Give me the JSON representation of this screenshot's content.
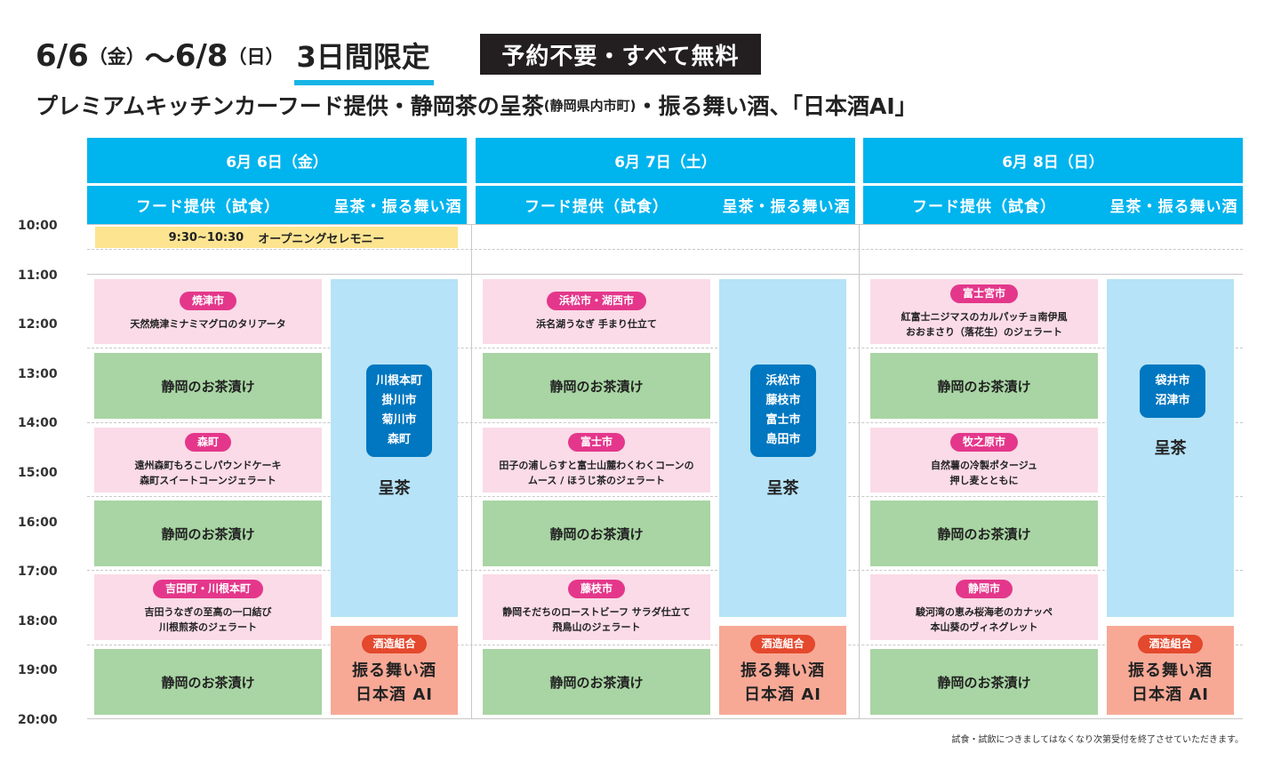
{
  "title": {
    "date_start": "6/6",
    "dow_start": "（金）",
    "tilde": "〜",
    "date_end": "6/8",
    "dow_end": "（日）",
    "limited": "3日間限定",
    "badge": "予約不要・すべて無料"
  },
  "subtitle": {
    "part1": "プレミアムキッチンカーフード提供・静岡茶の呈茶",
    "part2": "(静岡県内市町)",
    "part3": "・振る舞い酒、「日本酒AI」"
  },
  "columns": {
    "food": "フード提供（試食）",
    "tea": "呈茶・振る舞い酒"
  },
  "times": [
    "10:00",
    "11:00",
    "12:00",
    "13:00",
    "14:00",
    "15:00",
    "16:00",
    "17:00",
    "18:00",
    "19:00",
    "20:00"
  ],
  "opening": {
    "time": "9:30~10:30",
    "label": "オープニングセレモニー"
  },
  "ochazuke": "静岡のお茶漬け",
  "tea_label": "呈茶",
  "brewery": {
    "tag": "酒造組合",
    "line1": "振る舞い酒",
    "line2": "日本酒 AI"
  },
  "days": [
    {
      "header": "6月 6日（金）",
      "slots": [
        {
          "city": "焼津市",
          "lines": [
            "天然焼津ミナミマグロのタリアータ"
          ]
        },
        {
          "city": "森町",
          "lines": [
            "遠州森町もろこしパウンドケーキ",
            "森町スイートコーンジェラート"
          ]
        },
        {
          "city": "吉田町・川根本町",
          "lines": [
            "吉田うなぎの至高の一口結び",
            "川根煎茶のジェラート"
          ]
        }
      ],
      "tea_cities": [
        "川根本町",
        "掛川市",
        "菊川市",
        "森町"
      ]
    },
    {
      "header": "6月 7日（土）",
      "slots": [
        {
          "city": "浜松市・湖西市",
          "lines": [
            "浜名湖うなぎ 手まり仕立て"
          ]
        },
        {
          "city": "富士市",
          "lines": [
            "田子の浦しらすと富士山麓わくわくコーンの",
            "ムース / ほうじ茶のジェラート"
          ]
        },
        {
          "city": "藤枝市",
          "lines": [
            "静岡そだちのローストビーフ サラダ仕立て",
            "飛鳥山のジェラート"
          ]
        }
      ],
      "tea_cities": [
        "浜松市",
        "藤枝市",
        "富士市",
        "島田市"
      ]
    },
    {
      "header": "6月 8日（日）",
      "slots": [
        {
          "city": "富士宮市",
          "lines": [
            "紅富士ニジマスのカルパッチョ南伊風",
            "おおまさり（落花生）のジェラート"
          ]
        },
        {
          "city": "牧之原市",
          "lines": [
            "自然薯の冷製ポタージュ",
            "押し麦とともに"
          ]
        },
        {
          "city": "静岡市",
          "lines": [
            "駿河湾の恵み桜海老のカナッペ",
            "本山葵のヴィネグレット"
          ]
        }
      ],
      "tea_cities": [
        "袋井市",
        "沼津市"
      ]
    }
  ],
  "footnote": "試食・試飲につきましてはなくなり次第受付を終了させていただきます。",
  "colors": {
    "header_blue": "#00b4ee",
    "tea_blue": "#b6e3f7",
    "city_box": "#0077c0",
    "food_pink": "#fadbe7",
    "tag_pink": "#e4378b",
    "ochazuke_green": "#a8d5a3",
    "brewery_salmon": "#f7a996",
    "brewery_tag": "#e4482d",
    "opening_yellow": "#fde490"
  }
}
